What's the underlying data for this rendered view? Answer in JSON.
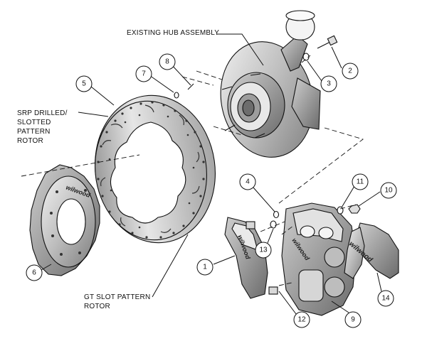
{
  "labels": {
    "hub": "EXISTING HUB ASSEMBLY",
    "rotor_line1": "SRP DRILLED/",
    "rotor_line2": "SLOTTED",
    "rotor_line3": "PATTERN",
    "rotor_line4": "ROTOR",
    "gt_line1": "GT SLOT PATTERN",
    "gt_line2": "ROTOR"
  },
  "callouts": [
    "1",
    "2",
    "3",
    "4",
    "5",
    "6",
    "7",
    "8",
    "9",
    "10",
    "11",
    "12",
    "13",
    "14"
  ],
  "logos": {
    "hat": "wilwood",
    "bracket": "wilwood",
    "caliper": "wilwood",
    "pad": "wilwood"
  }
}
